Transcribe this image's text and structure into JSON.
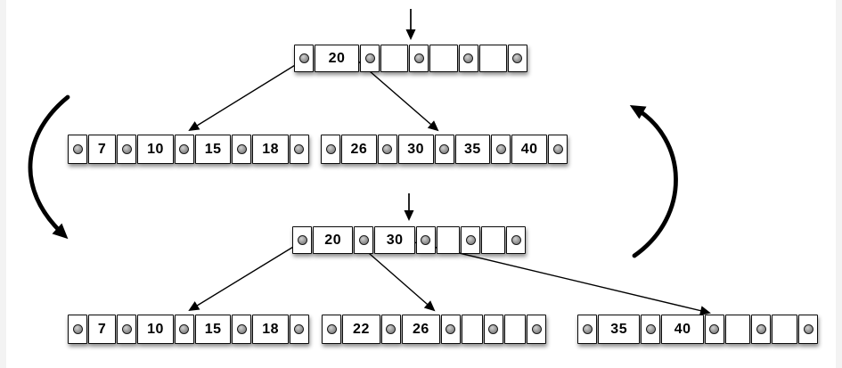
{
  "colors": {
    "cell_border": "#0a0a0a",
    "cell_fill": "#ffffff",
    "pointer_dot": "#8f8f8f",
    "arrow": "#000000",
    "page_edge": "#f3f3f3"
  },
  "top_tree": {
    "root": {
      "keys": [
        "20",
        "",
        "",
        ""
      ]
    },
    "leaf_left": {
      "keys": [
        "7",
        "10",
        "15",
        "18"
      ]
    },
    "leaf_right": {
      "keys": [
        "26",
        "30",
        "35",
        "40"
      ]
    }
  },
  "bottom_tree": {
    "root": {
      "keys": [
        "20",
        "30",
        "",
        ""
      ]
    },
    "leaf_left": {
      "keys": [
        "7",
        "10",
        "15",
        "18"
      ]
    },
    "leaf_middle": {
      "keys": [
        "22",
        "26",
        "",
        ""
      ]
    },
    "leaf_right": {
      "keys": [
        "35",
        "40",
        "",
        ""
      ]
    }
  }
}
